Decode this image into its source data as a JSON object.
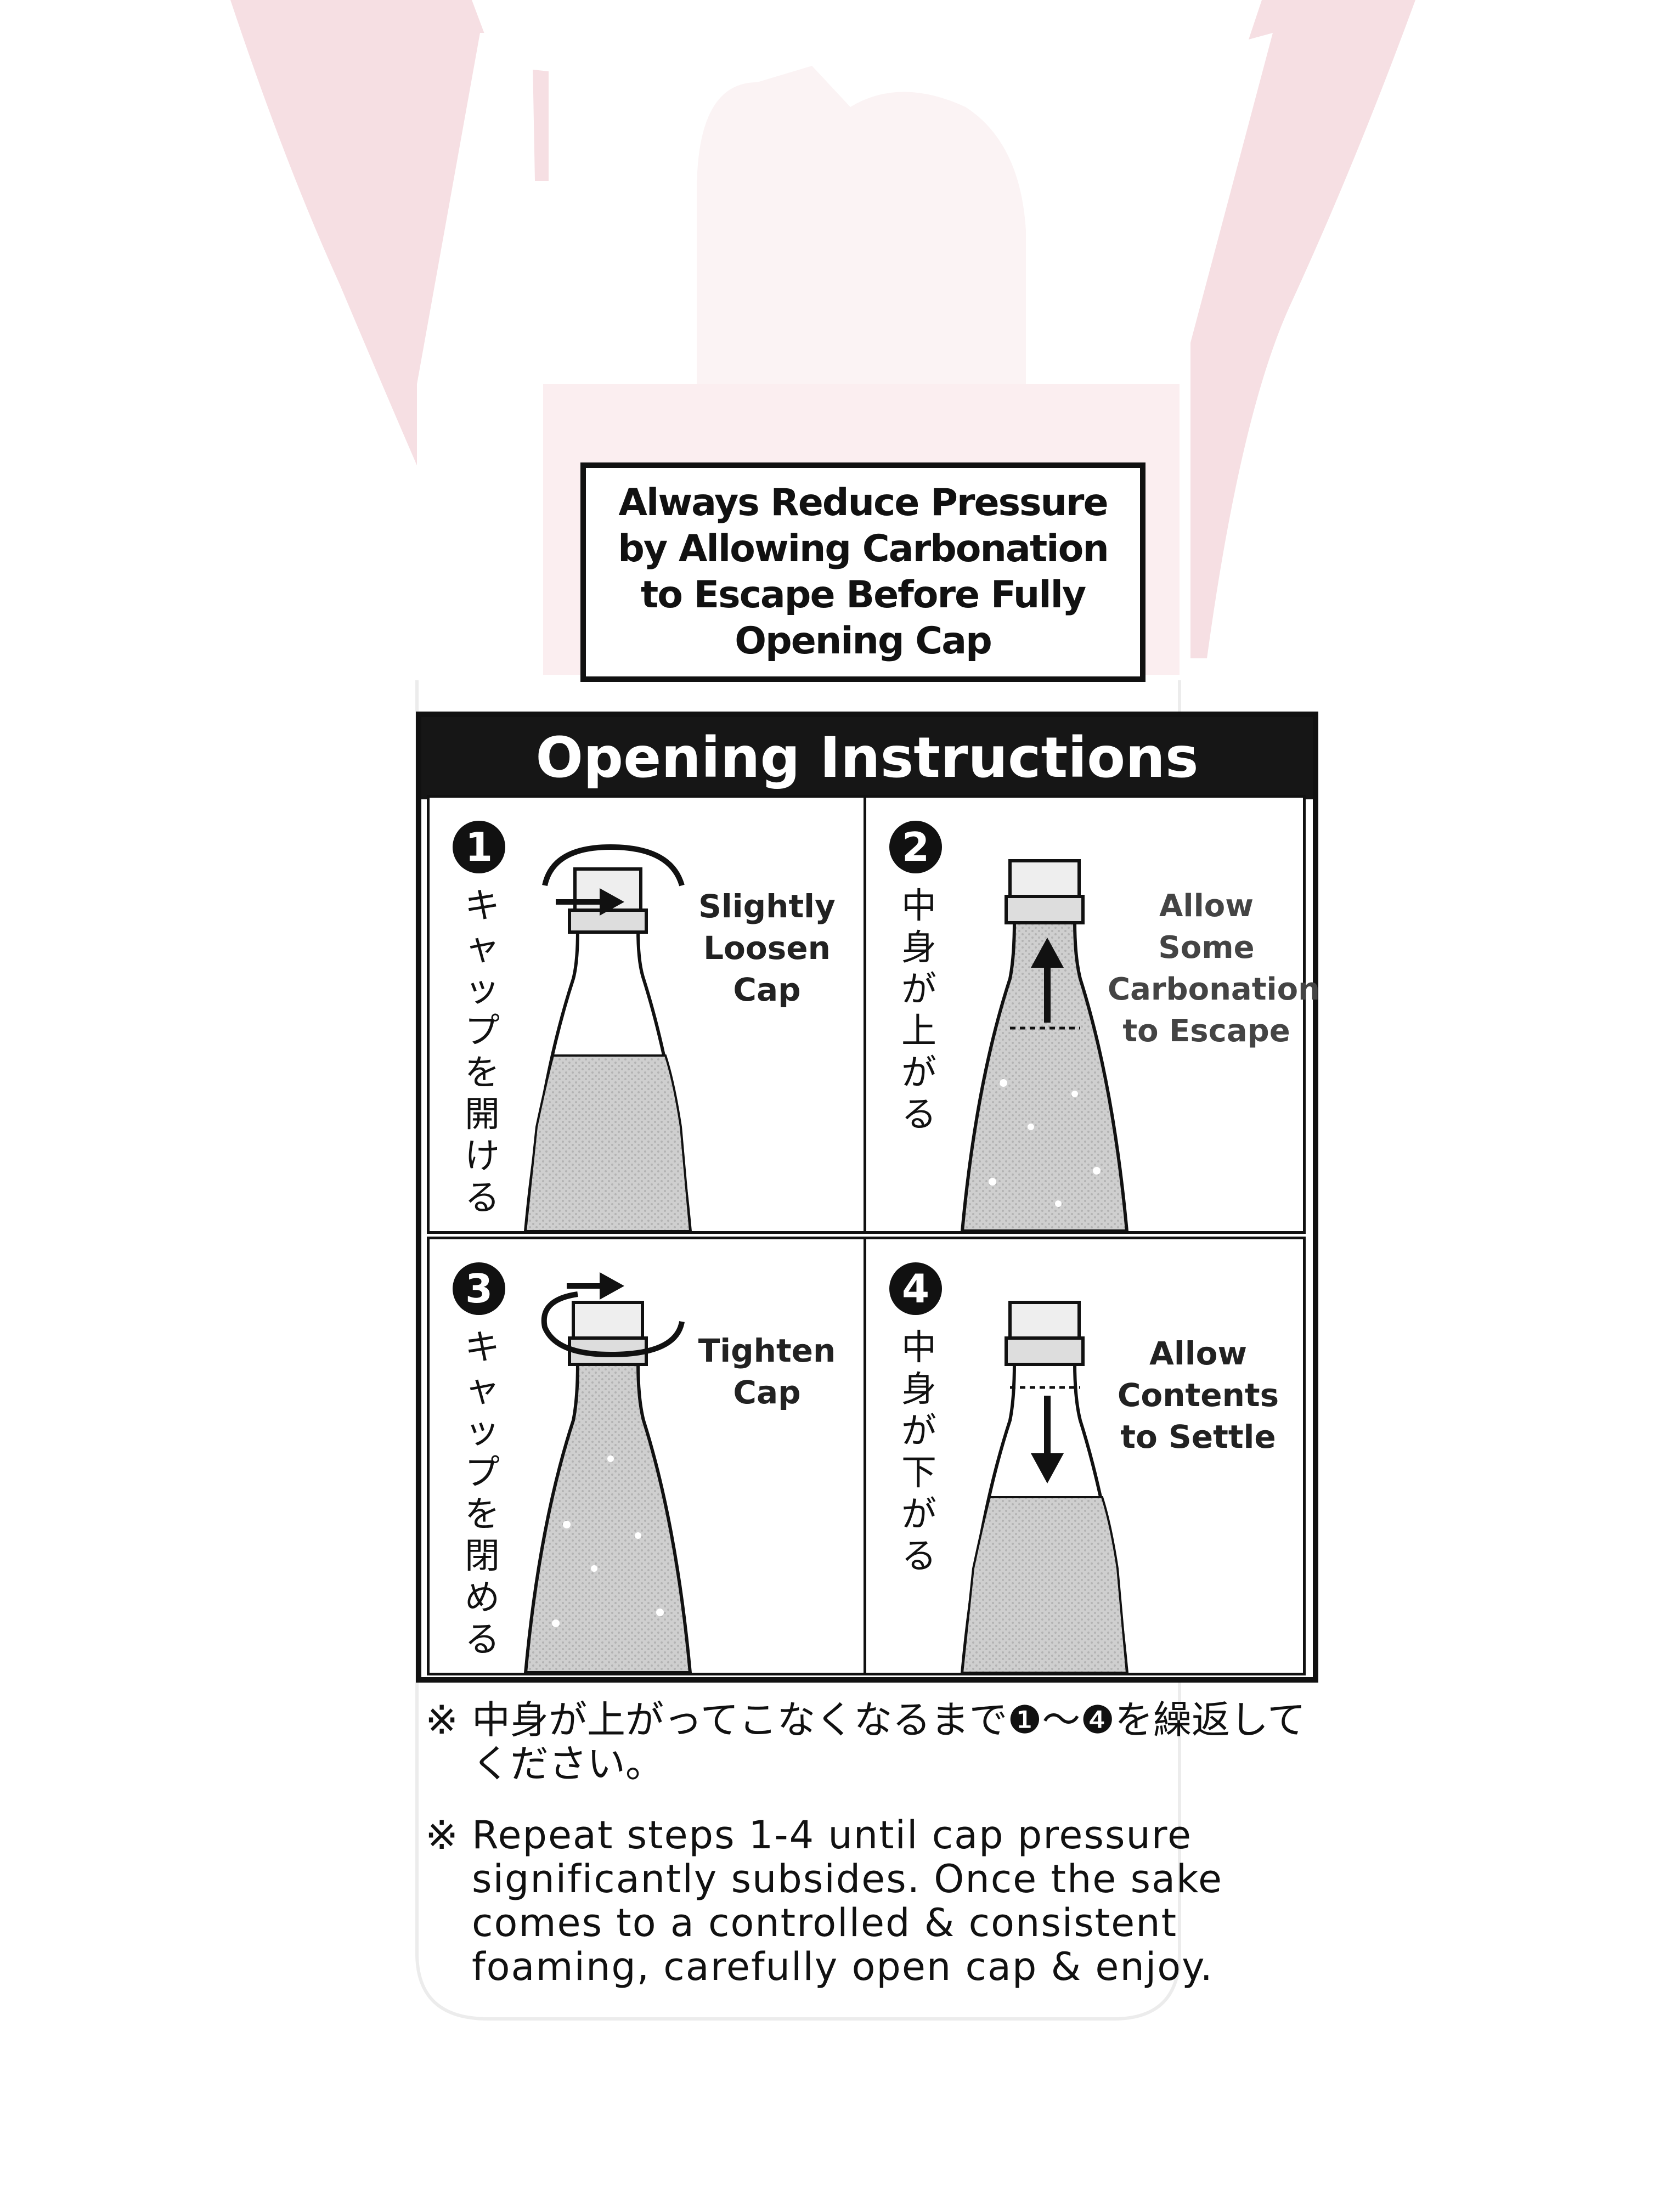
{
  "warning": {
    "text": "Always Reduce Pressure by Allowing Carbonation to Escape Before Fully Opening Cap"
  },
  "panel": {
    "title": "Opening Instructions",
    "steps": [
      {
        "number": "1",
        "jp": "キャップを開ける",
        "en": "Slightly Loosen Cap",
        "icon": "bottle-loosen-cap-icon"
      },
      {
        "number": "2",
        "jp": "中身が上がる",
        "en": "Allow Some Carbonation to Escape",
        "icon": "bottle-rising-arrow-icon"
      },
      {
        "number": "3",
        "jp": "キャップを閉める",
        "en": "Tighten Cap",
        "icon": "bottle-tighten-cap-icon"
      },
      {
        "number": "4",
        "jp": "中身が下がる",
        "en": "Allow Contents to Settle",
        "icon": "bottle-falling-arrow-icon"
      }
    ]
  },
  "notes": {
    "mark": "※",
    "jp": "中身が上がってこなくなるまで❶～❹を繰返してください。",
    "en": "Repeat steps 1-4 until cap pressure significantly subsides. Once the sake comes to a controlled & consistent foaming, carefully open cap & enjoy."
  },
  "colors": {
    "background": "#ffffff",
    "box_pink": "#f8eaec",
    "ink": "#111111",
    "liquid": "#c9c9c9"
  }
}
